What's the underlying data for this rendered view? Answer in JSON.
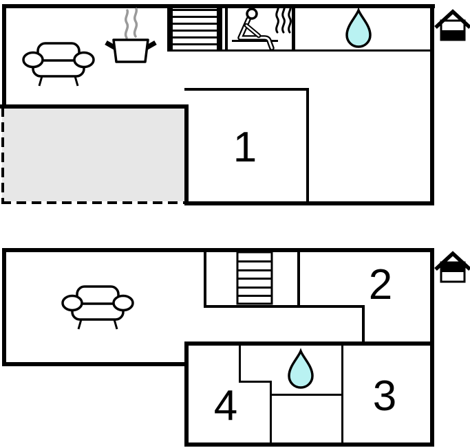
{
  "title": "two-storey holiday home floor plan",
  "colors": {
    "wall": "#000000",
    "water_drop": "#b9f2f2",
    "terrace": "#e7e7e7",
    "pot_steam": "#9a9a9a"
  },
  "floors": [
    {
      "id": "ground-floor",
      "indicator": "house-icon-bottom-half-filled",
      "rooms": [
        {
          "label": "1"
        }
      ],
      "features": [
        "sofa",
        "cooking-pot",
        "staircase",
        "sauna",
        "water-drop-bathroom",
        "terrace-dashed-area"
      ],
      "staircase_treads": 6
    },
    {
      "id": "upper-floor",
      "indicator": "house-icon-top-half-filled",
      "rooms": [
        {
          "label": "2"
        },
        {
          "label": "3"
        },
        {
          "label": "4"
        }
      ],
      "features": [
        "sofa",
        "staircase",
        "water-drop-bathroom"
      ],
      "staircase_treads": 6
    }
  ]
}
